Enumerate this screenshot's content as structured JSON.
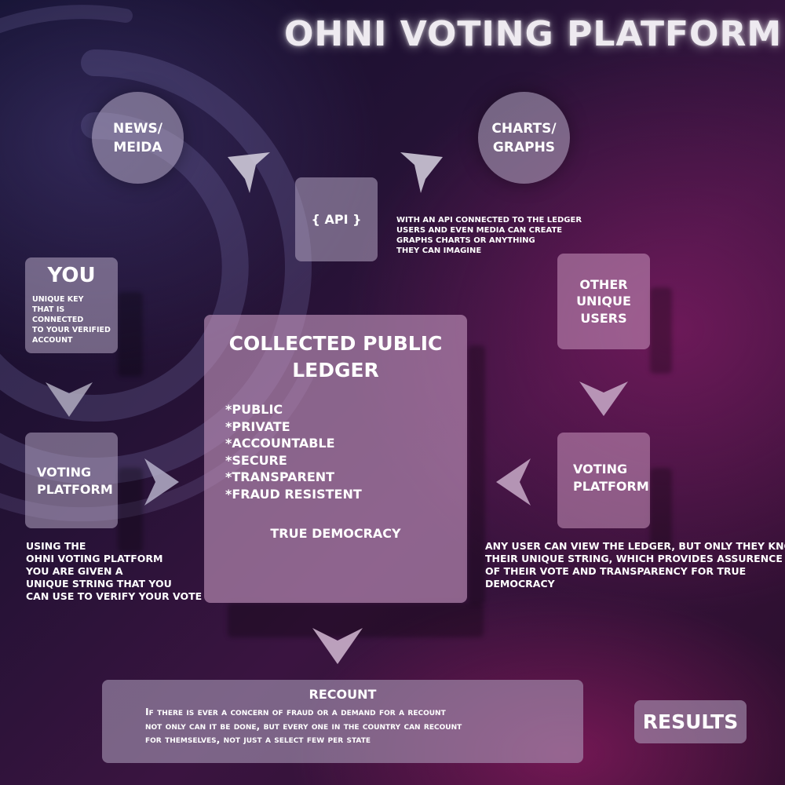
{
  "title": "OHNI VOTING PLATFORM",
  "news_circle": {
    "line1": "NEWS/",
    "line2": "MEIDA"
  },
  "charts_circle": {
    "line1": "CHARTS/",
    "line2": "GRAPHS"
  },
  "api_box": {
    "label": "{ API }"
  },
  "api_note": {
    "lines": [
      "WITH AN API CONNECTED TO THE LEDGER",
      "USERS AND EVEN MEDIA CAN CREATE",
      "GRAPHS CHARTS OR ANYTHING",
      "THEY CAN IMAGINE"
    ]
  },
  "you_box": {
    "heading": "YOU",
    "lines": [
      "UNIQUE KEY",
      "THAT IS CONNECTED",
      "TO YOUR VERIFIED",
      "ACCOUNT"
    ]
  },
  "other_users_box": {
    "lines": [
      "OTHER",
      "UNIQUE",
      "USERS"
    ]
  },
  "ledger": {
    "title_line1": "COLLECTED PUBLIC",
    "title_line2": "LEDGER",
    "items": [
      "*PUBLIC",
      "*PRIVATE",
      "*ACCOUNTABLE",
      "*SECURE",
      "*TRANSPARENT",
      "*FRAUD RESISTENT"
    ],
    "footer": "TRUE DEMOCRACY"
  },
  "voting_left": {
    "line1": "VOTING",
    "line2": "PLATFORM"
  },
  "voting_right": {
    "line1": "VOTING",
    "line2": "PLATFORM"
  },
  "left_note": {
    "lines": [
      "USING THE",
      "OHNI VOTING PLATFORM",
      "YOU ARE GIVEN A",
      "UNIQUE STRING THAT YOU",
      "CAN USE TO VERIFY YOUR VOTE"
    ]
  },
  "right_note": {
    "lines": [
      "ANY USER CAN VIEW THE LEDGER, BUT ONLY THEY KNOW",
      "THEIR UNIQUE STRING, WHICH PROVIDES ASSURENCE",
      "OF THEIR VOTE AND TRANSPARENCY FOR TRUE",
      "DEMOCRACY"
    ]
  },
  "recount": {
    "title": "RECOUNT",
    "lines": [
      "If there is ever a concern of fraud or a demand for a recount",
      "not only can it be done, but every one in the country can recount",
      "for themselves, not just a select few per state"
    ]
  },
  "results": {
    "label": "RESULTS"
  },
  "colors": {
    "box": "#b4a5c3",
    "background": "#241235",
    "accent": "#c896be"
  }
}
